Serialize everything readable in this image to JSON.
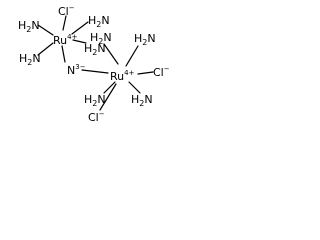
{
  "molecule": {
    "metal_1": {
      "symbol": "Ru",
      "charge": "4+"
    },
    "metal_2": {
      "symbol": "Ru",
      "charge": "4+"
    },
    "bridge": {
      "symbol": "N",
      "charge": "3−"
    },
    "ligand_amine": {
      "symbol": "H",
      "count": "2",
      "suffix": "N"
    },
    "ligand_amine_left": {
      "symbol": "H",
      "count": "2",
      "suffix": "N"
    },
    "ligand_chloride": {
      "symbol": "Cl",
      "charge": "−"
    }
  }
}
